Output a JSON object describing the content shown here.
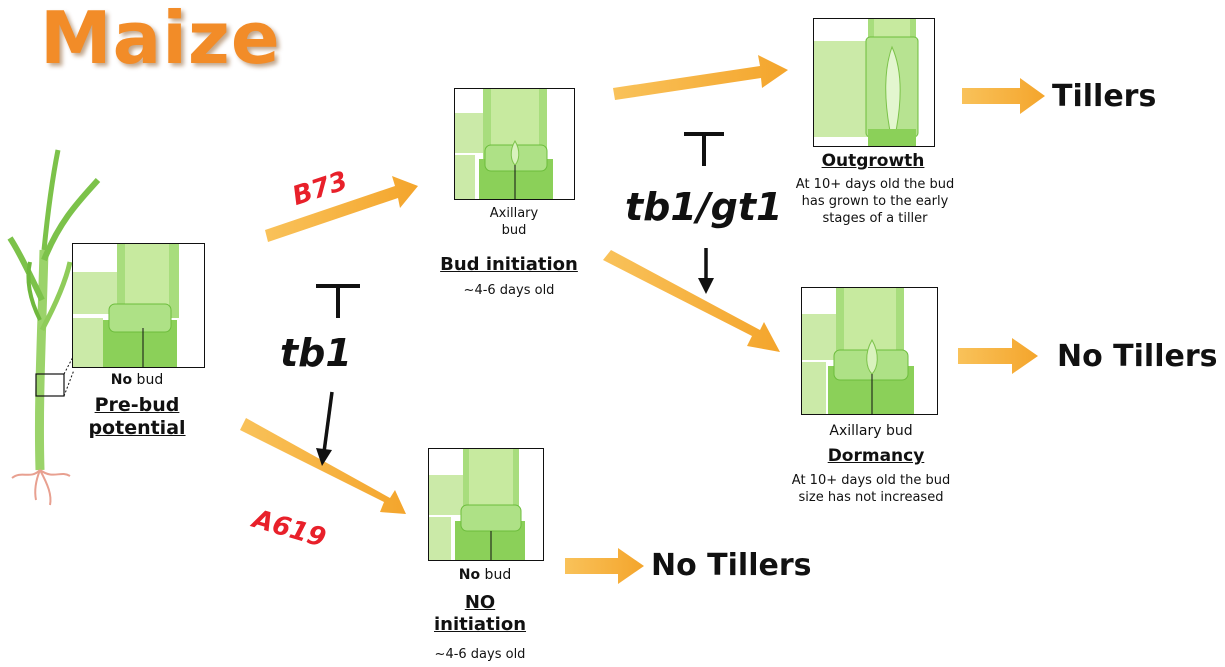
{
  "title": "Maize",
  "colors": {
    "title": "#f28c28",
    "arrow": "#f7b23b",
    "strain": "#e8202a",
    "stem": "#7dd44a",
    "leaf": "#b8e68f"
  },
  "stages": {
    "prebud": {
      "label_bold": "No",
      "label_rest": " bud",
      "heading_line1": "Pre-bud",
      "heading_line2": "potential"
    },
    "initiation": {
      "label_line1": "Axillary",
      "label_line2": "bud",
      "heading": "Bud initiation",
      "age": "~4-6 days old"
    },
    "outgrowth": {
      "heading": "Outgrowth",
      "desc_line1": "At 10+ days old the bud",
      "desc_line2": "has grown to the early",
      "desc_line3": "stages of a tiller"
    },
    "dormancy": {
      "label": "Axillary bud",
      "heading": "Dormancy",
      "desc_line1": "At 10+ days old the bud",
      "desc_line2": "size has not increased"
    },
    "no_initiation": {
      "label_bold": "No",
      "label_rest": " bud",
      "heading_line1": "NO",
      "heading_line2": "initiation",
      "age": "~4-6 days old"
    }
  },
  "genes": {
    "tb1": "tb1",
    "tb1_gt1": "tb1/gt1"
  },
  "strains": {
    "b73": "B73",
    "a619": "A619"
  },
  "results": {
    "tillers": "Tillers",
    "no_tillers_mid": "No Tillers",
    "no_tillers_bottom": "No Tillers"
  }
}
